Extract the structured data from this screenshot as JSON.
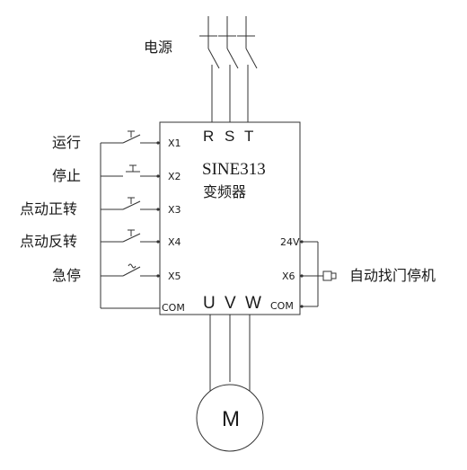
{
  "power": {
    "label": "电源",
    "phases": [
      "R",
      "S",
      "T"
    ]
  },
  "inverter": {
    "model": "SINE313",
    "name": "变频器",
    "outputs": [
      "U",
      "V",
      "W"
    ],
    "terminals_left": [
      "X1",
      "X2",
      "X3",
      "X4",
      "X5",
      "COM"
    ],
    "terminals_right": [
      "24V",
      "X6",
      "COM"
    ]
  },
  "inputs": [
    {
      "label": "运行"
    },
    {
      "label": "停止"
    },
    {
      "label": "点动正转"
    },
    {
      "label": "点动反转"
    },
    {
      "label": "急停"
    }
  ],
  "sensor": {
    "label": "自动找门停机"
  },
  "motor": {
    "label": "M"
  }
}
